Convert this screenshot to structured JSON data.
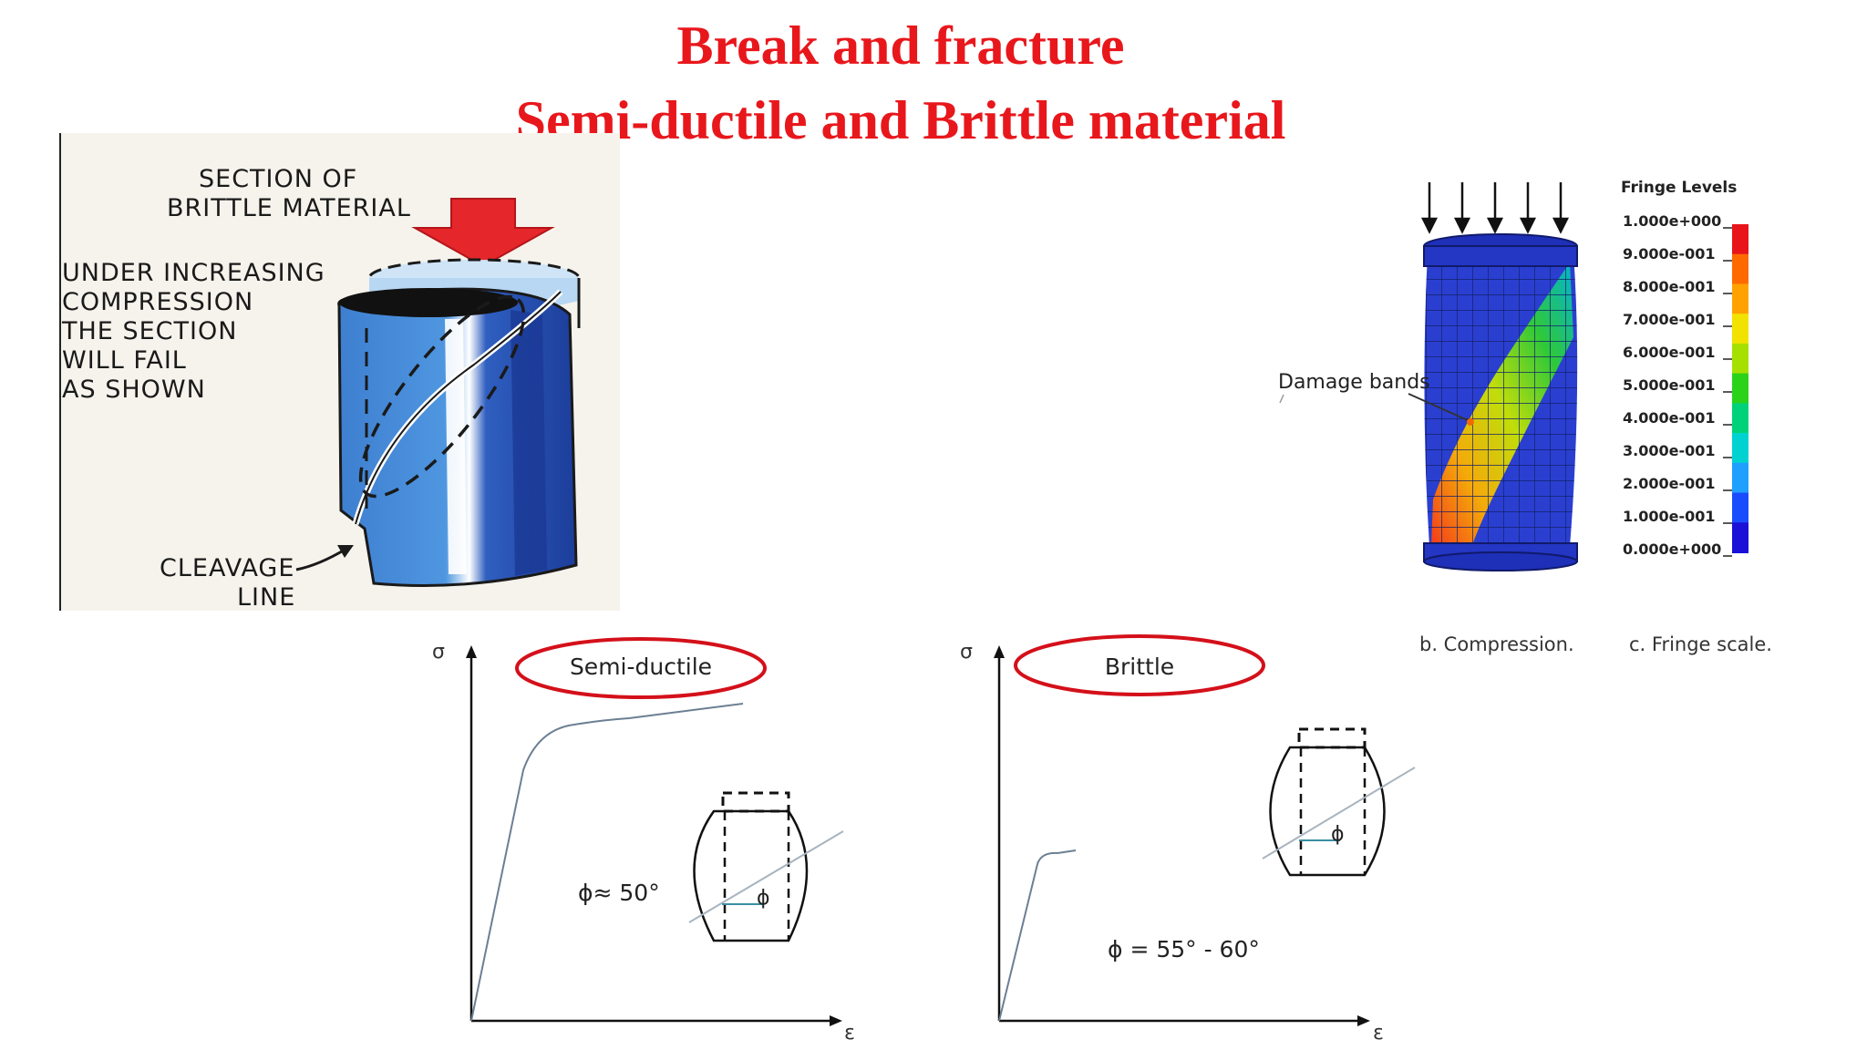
{
  "slide": {
    "title_line1": "Break and fracture",
    "title_line2": "Semi-ductile and Brittle material",
    "title_color": "#e8171c"
  },
  "brittle_illustration": {
    "section_label": [
      "SECTION OF",
      "BRITTLE MATERIAL"
    ],
    "description": [
      "UNDER INCREASING",
      "COMPRESSION",
      "THE SECTION",
      "WILL FAIL",
      "AS SHOWN"
    ],
    "cleavage_label": [
      "CLEAVAGE",
      "LINE"
    ],
    "arrow_color": "#e5262a"
  },
  "fea_simulation": {
    "damage_label": "Damage bands",
    "fringe_title": "Fringe Levels",
    "fringe_levels": [
      "1.000e+000",
      "9.000e-001",
      "8.000e-001",
      "7.000e-001",
      "6.000e-001",
      "5.000e-001",
      "4.000e-001",
      "3.000e-001",
      "2.000e-001",
      "1.000e-001",
      "0.000e+000"
    ],
    "fringe_colors": [
      "#e8141a",
      "#ff6a00",
      "#ffa200",
      "#f2e200",
      "#a6e000",
      "#2bd21a",
      "#00d27a",
      "#00d2d2",
      "#1fa0ff",
      "#1a4cff",
      "#1a10d8"
    ],
    "caption_b": "b. Compression.",
    "caption_c": "c. Fringe scale."
  },
  "semi_ductile_graph": {
    "title": "Semi-ductile",
    "y_axis": "σ",
    "x_axis": "ε",
    "angle_label": "ϕ≈ 50°",
    "phi": "ϕ"
  },
  "brittle_graph": {
    "title": "Brittle",
    "y_axis": "σ",
    "x_axis": "ε",
    "angle_label": "ϕ = 55° - 60°",
    "phi": "ϕ"
  }
}
